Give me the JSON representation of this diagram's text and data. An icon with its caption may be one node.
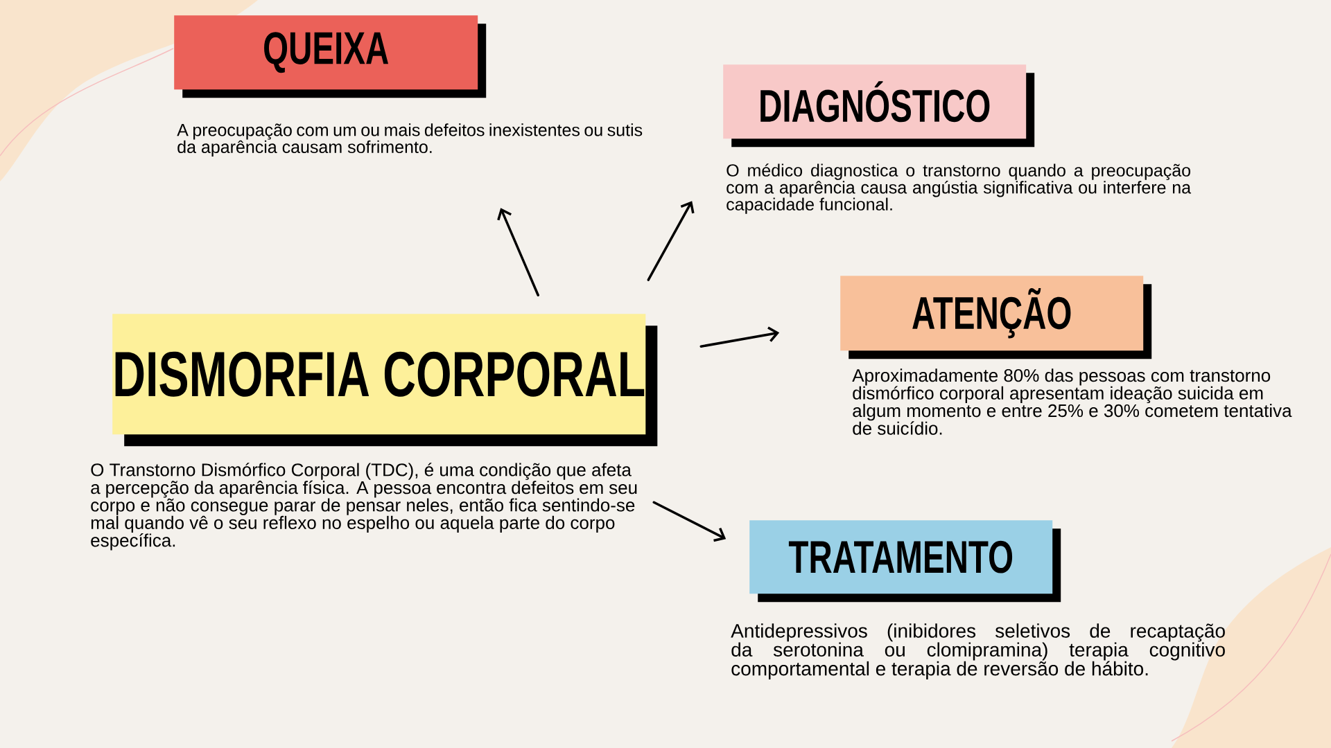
{
  "diagram": {
    "nodes": [
      {
        "text": [
          "DISMORFIA CORPORAL"
        ],
        "beside": [
          "O Transtorno Dismórfico Corporal (TDC), é uma condição que afeta a percepção da aparência física. A pessoa encontra defeitos em seu corpo e não consegue parar de pensar neles, então fica sentindo-se mal quando vê o seu reflexo no espelho ou aquela parte do corpo específica."
        ]
      },
      {
        "text": [
          "QUEIXA"
        ],
        "beside": [
          "A preocupação com um ou mais defeitos inexistentes ou sutis da aparência causam sofrimento."
        ]
      },
      {
        "text": [
          "DIAGNÓSTICO"
        ],
        "beside": [
          "O médico diagnostica o transtorno quando a preocupação com a aparência causa angústia significativa ou interfere na capacidade funcional."
        ]
      },
      {
        "text": [
          "ATENÇÃO"
        ],
        "beside": [
          "Aproximadamente 80% das pessoas com transtorno dismórfico corporal apresentam ideação suicida em algum momento e entre 25% e 30% cometem tentativa de suicídio."
        ]
      },
      {
        "text": [
          "TRATAMENTO"
        ],
        "beside": [
          "Antidepressivos (inibidores seletivos de recaptação da serotonina ou clomipramina) terapia cognitivo comportamental e terapia de reversão de hábito."
        ]
      }
    ],
    "edges": [
      {
        "from": 0,
        "to": 1,
        "arrow": "to"
      },
      {
        "from": 0,
        "to": 2,
        "arrow": "to"
      },
      {
        "from": 0,
        "to": 3,
        "arrow": "to"
      },
      {
        "from": 0,
        "to": 4,
        "arrow": "to"
      }
    ]
  }
}
